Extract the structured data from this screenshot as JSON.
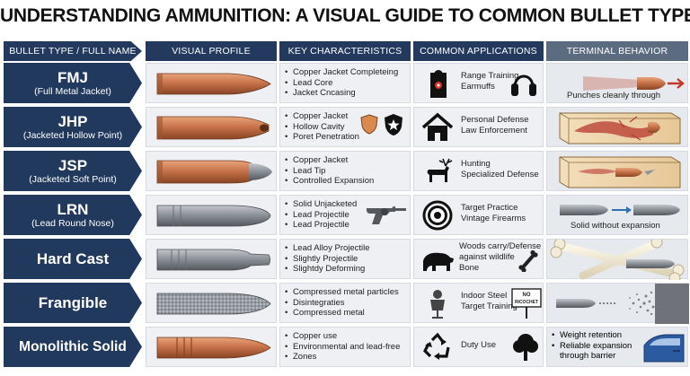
{
  "title": "UNDERSTANDING AMMUNITION: A VISUAL GUIDE TO COMMON BULLET TYPES",
  "headers": {
    "type": "BULLET TYPE / FULL NAME",
    "visual": "VISUAL PROFILE",
    "key": "KEY CHARACTERISTICS",
    "apps": "COMMON APPLICATIONS",
    "terminal": "TERMINAL BEHAVIOR"
  },
  "rows": [
    {
      "abbr": "FMJ",
      "full": "(Full Metal Jacket)",
      "characteristics": [
        "Copper Jacket Completeing",
        "Lead Core",
        "Jacket Cncasing"
      ],
      "applications": [
        "Range Training",
        "Earmuffs"
      ],
      "app_icons": [
        "target-silhouette-icon",
        "earmuffs-icon"
      ],
      "terminal": "Punches cleanly through"
    },
    {
      "abbr": "JHP",
      "full": "(Jacketed Hollow Point)",
      "characteristics": [
        "Copper Jacket",
        "Hollow Cavity",
        "Poret Penetration"
      ],
      "applications": [
        "Personal Defense",
        "Law Enforcement"
      ],
      "app_icons": [
        "house-icon"
      ],
      "terminal": ""
    },
    {
      "abbr": "JSP",
      "full": "(Jacketed Soft Point)",
      "characteristics": [
        "Copper Jacket",
        "Lead Tip",
        "Controlled Expansion"
      ],
      "applications": [
        "Hunting",
        "Specialized Defense"
      ],
      "app_icons": [
        "deer-icon"
      ],
      "terminal": ""
    },
    {
      "abbr": "LRN",
      "full": "(Lead Round Nose)",
      "characteristics": [
        "Solid Unjacketed",
        "Lead Projectile",
        "Lead Projectile"
      ],
      "applications": [
        "Target Practice",
        "Vintage Firearms"
      ],
      "app_icons": [
        "bullseye-icon"
      ],
      "terminal": "Solid without expansion"
    },
    {
      "abbr": "Hard Cast",
      "full": "",
      "characteristics": [
        "Lead Alloy Projectile",
        "Slightly Projectile",
        "Slightdy Deforming"
      ],
      "applications": [
        "Woods carry/Defense",
        "against wildlife",
        "Bone"
      ],
      "app_icons": [
        "bear-icon",
        "bone-icon"
      ],
      "terminal": ""
    },
    {
      "abbr": "Frangible",
      "full": "",
      "characteristics": [
        "Compressed metal particles",
        "Disintegraties",
        "Compressed metal"
      ],
      "applications": [
        "Indoor Steel",
        "Target Training"
      ],
      "app_icons": [
        "steel-target-icon",
        "sign-icon"
      ],
      "sign_text": [
        "NO",
        "RICOCHET"
      ],
      "terminal": ""
    },
    {
      "abbr": "Monolithic Solid",
      "full": "",
      "characteristics": [
        "Copper use",
        "Environmental and lead-free",
        "Zones"
      ],
      "applications": [
        "Duty Use"
      ],
      "app_icons": [
        "recycle-icon",
        "tree-icon"
      ],
      "terminal_list": [
        "Weight retention",
        "Reliable expansion",
        "through barrier"
      ]
    }
  ],
  "colors": {
    "header_navy": "#23395d",
    "copper": "#c8734a",
    "lead_gray": "#8e939a",
    "cell_bg": "#eef0f3"
  }
}
